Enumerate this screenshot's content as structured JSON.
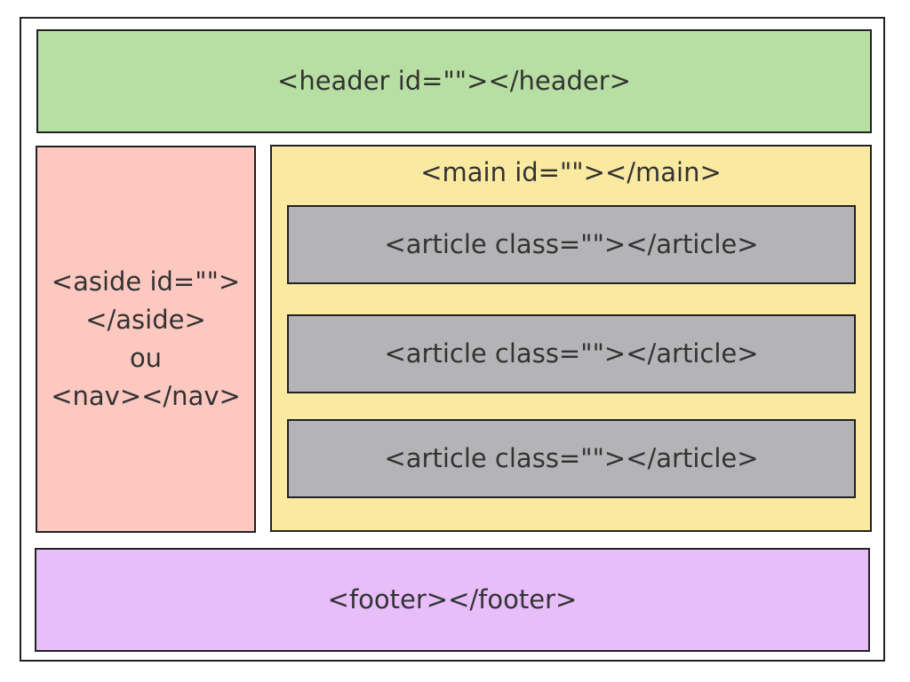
{
  "header": {
    "label": "<header id=\"\"></header>"
  },
  "aside": {
    "lines": [
      "<aside id=\"\">",
      "</aside>",
      "ou",
      "<nav></nav>"
    ]
  },
  "main": {
    "label": "<main id=\"\"></main>",
    "articles": [
      {
        "label": "<article class=\"\"></article>"
      },
      {
        "label": "<article class=\"\"></article>"
      },
      {
        "label": "<article class=\"\"></article>"
      }
    ]
  },
  "footer": {
    "label": "<footer></footer>"
  },
  "colors": {
    "header": "#b8dfa3",
    "aside": "#fcc8c0",
    "main": "#fae9a0",
    "article": "#b4b4b7",
    "footer": "#e7bdfa",
    "border": "#222222",
    "text": "#333333"
  }
}
